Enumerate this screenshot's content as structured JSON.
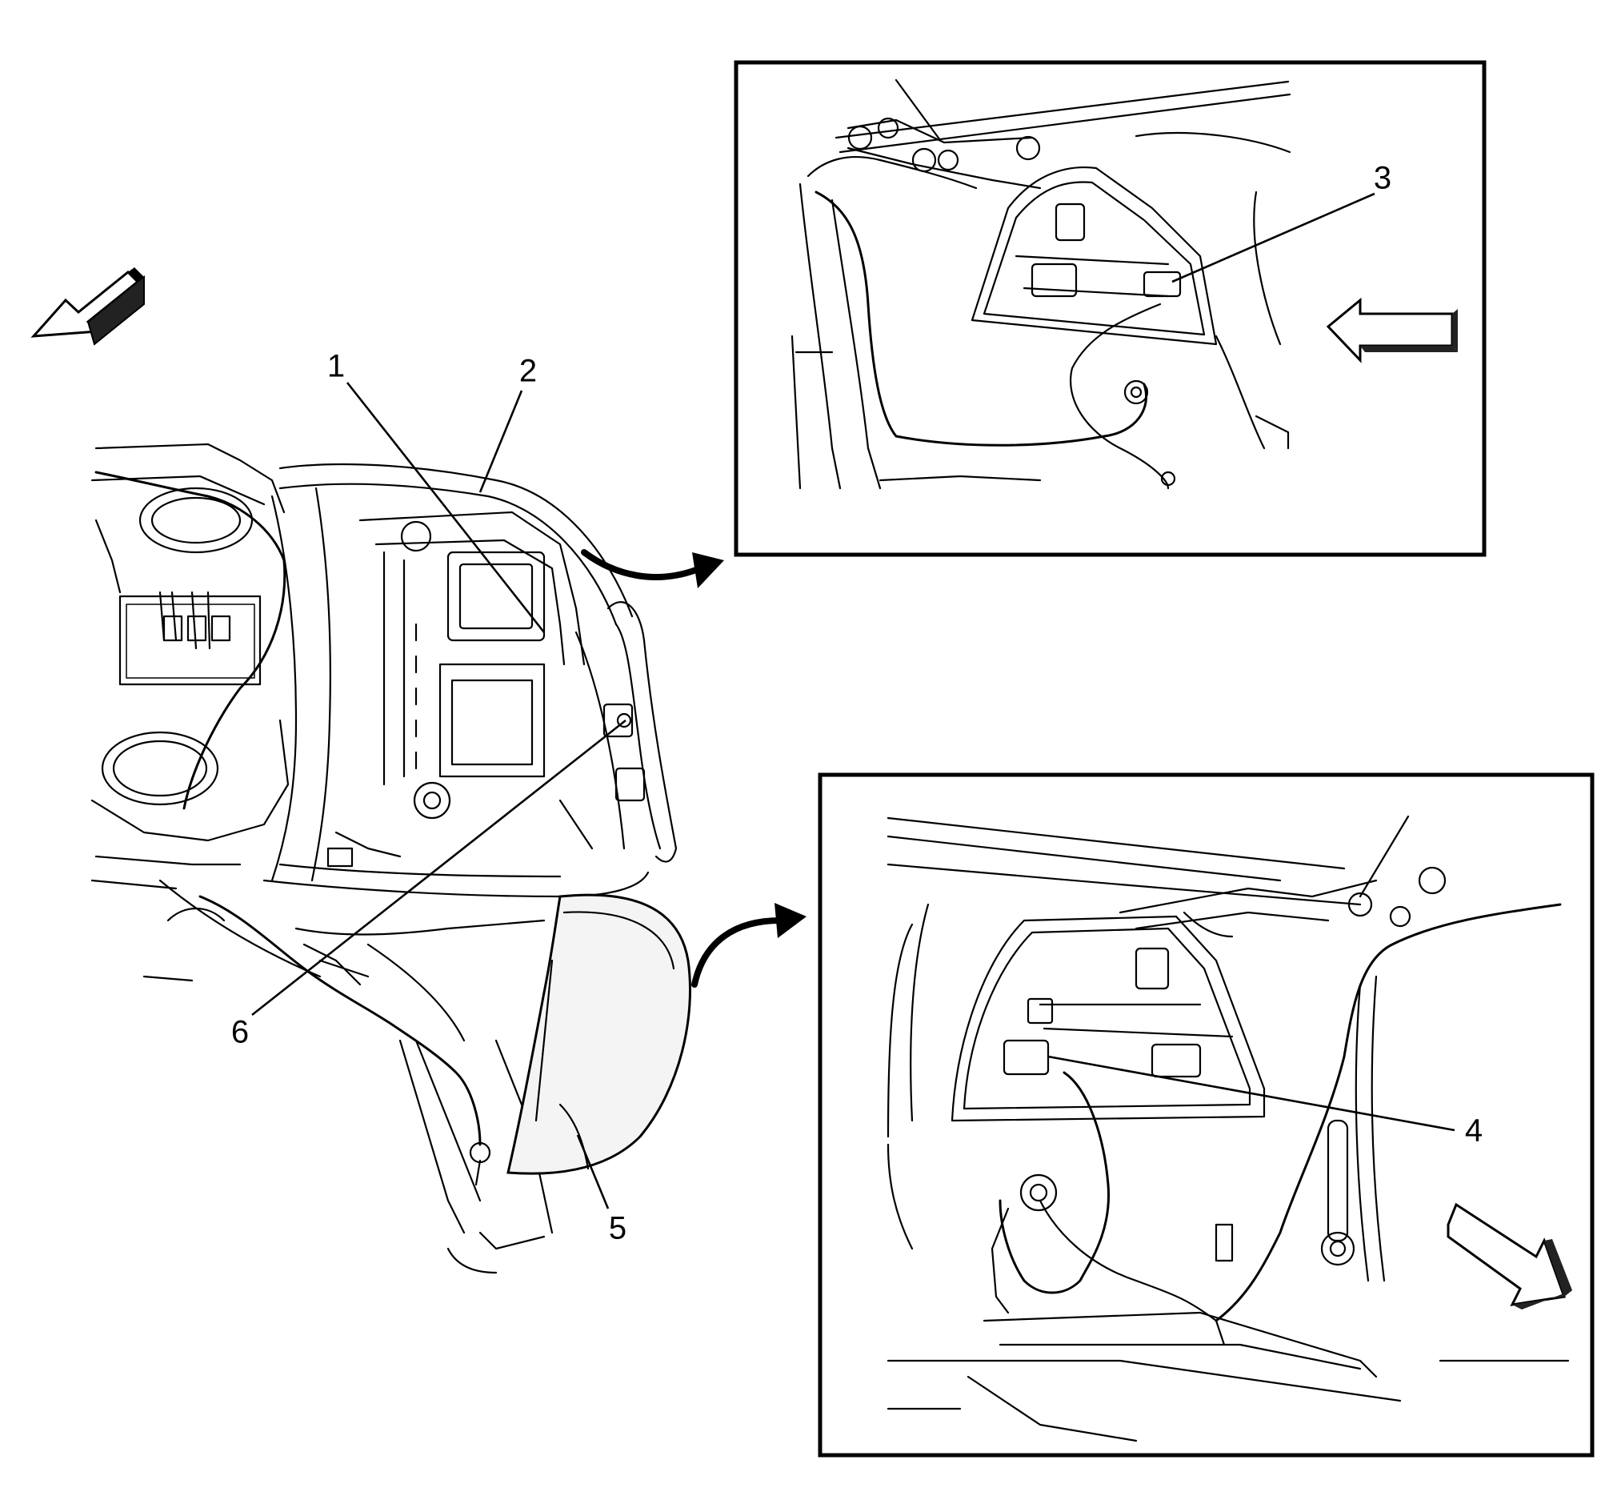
{
  "callouts": {
    "c1": "1",
    "c2": "2",
    "c3": "3",
    "c4": "4",
    "c5": "5",
    "c6": "6"
  },
  "colors": {
    "line": "#000000",
    "background": "#ffffff"
  },
  "icons": {
    "main_arrow": "direction-arrow-icon",
    "inset_top_arrow": "direction-arrow-icon",
    "inset_bottom_arrow": "direction-arrow-icon",
    "to_top_inset": "curved-arrow-icon",
    "to_bottom_inset": "curved-arrow-icon"
  }
}
